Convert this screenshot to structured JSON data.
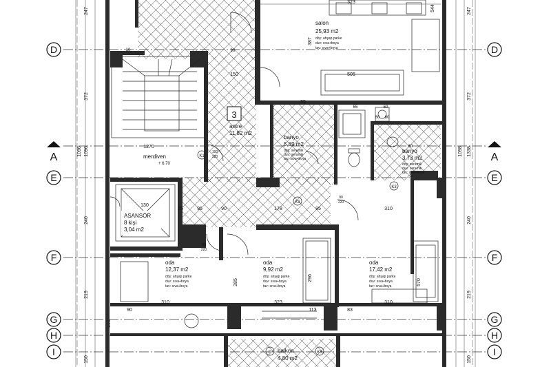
{
  "grid_lines": [
    {
      "label": "D"
    },
    {
      "label": "A"
    },
    {
      "label": "E"
    },
    {
      "label": "F"
    },
    {
      "label": "G"
    },
    {
      "label": "H"
    },
    {
      "label": "I"
    }
  ],
  "rooms": {
    "salon": {
      "name": "salon",
      "area": "25,93 m2",
      "spec": [
        "döş: ahşap parke",
        "duv: sıva+boya",
        "tav: sıva+boya"
      ]
    },
    "antre": {
      "number": "3",
      "name": "antre",
      "area": "11,82 m2"
    },
    "merdiven": {
      "name": "merdiven",
      "level": "+ 6.70"
    },
    "banyo1": {
      "name": "banyo",
      "area": "5,89 m2",
      "spec": [
        "döş: seramik",
        "duv: seramik",
        "tav: sıva+boya"
      ]
    },
    "banyo2": {
      "name": "banyo",
      "area": "3,73 m2",
      "spec": [
        "döş: seramik",
        "duv: seramik",
        "tav: sıva+boya"
      ]
    },
    "asansor": {
      "name": "ASANSÖR",
      "capacity": "8 kişi",
      "area": "3,04 m2"
    },
    "oda1": {
      "name": "oda",
      "area": "12,37 m2",
      "spec": [
        "döş: ahşap parke",
        "duv: sıva+boya",
        "tav: sıva+boya"
      ]
    },
    "oda2": {
      "name": "oda",
      "area": "9,92 m2",
      "spec": [
        "döş: ahşap parke",
        "duv: sıva+boya",
        "tav: sıva+boya"
      ]
    },
    "oda3": {
      "name": "oda",
      "area": "17,42 m2",
      "spec": [
        "döş: ahşap parke",
        "duv: sıva+boya",
        "tav: sıva+boya"
      ]
    },
    "balkon": {
      "name": "balkon",
      "area": "4,80 m2"
    }
  },
  "door_tags": [
    "K1",
    "K3",
    "K3",
    "K5",
    "P"
  ],
  "left_dims": [
    "247",
    "372",
    "1096",
    "1096",
    "240",
    "219",
    "366",
    "150"
  ],
  "right_dims": [
    "247",
    "372",
    "1098",
    "1338",
    "240",
    "219",
    "150"
  ],
  "interior_dims": [
    "323",
    "544",
    "387",
    "505",
    "95",
    "150",
    "95",
    "178",
    "310",
    "95",
    "90",
    "310",
    "323",
    "113",
    "83",
    "310",
    "285",
    "296",
    "570",
    "130",
    "1270",
    "25",
    "90",
    "90",
    "220",
    "100",
    "220",
    "90",
    "220",
    "60",
    "80",
    "80",
    "55",
    "60",
    "10",
    "90"
  ]
}
